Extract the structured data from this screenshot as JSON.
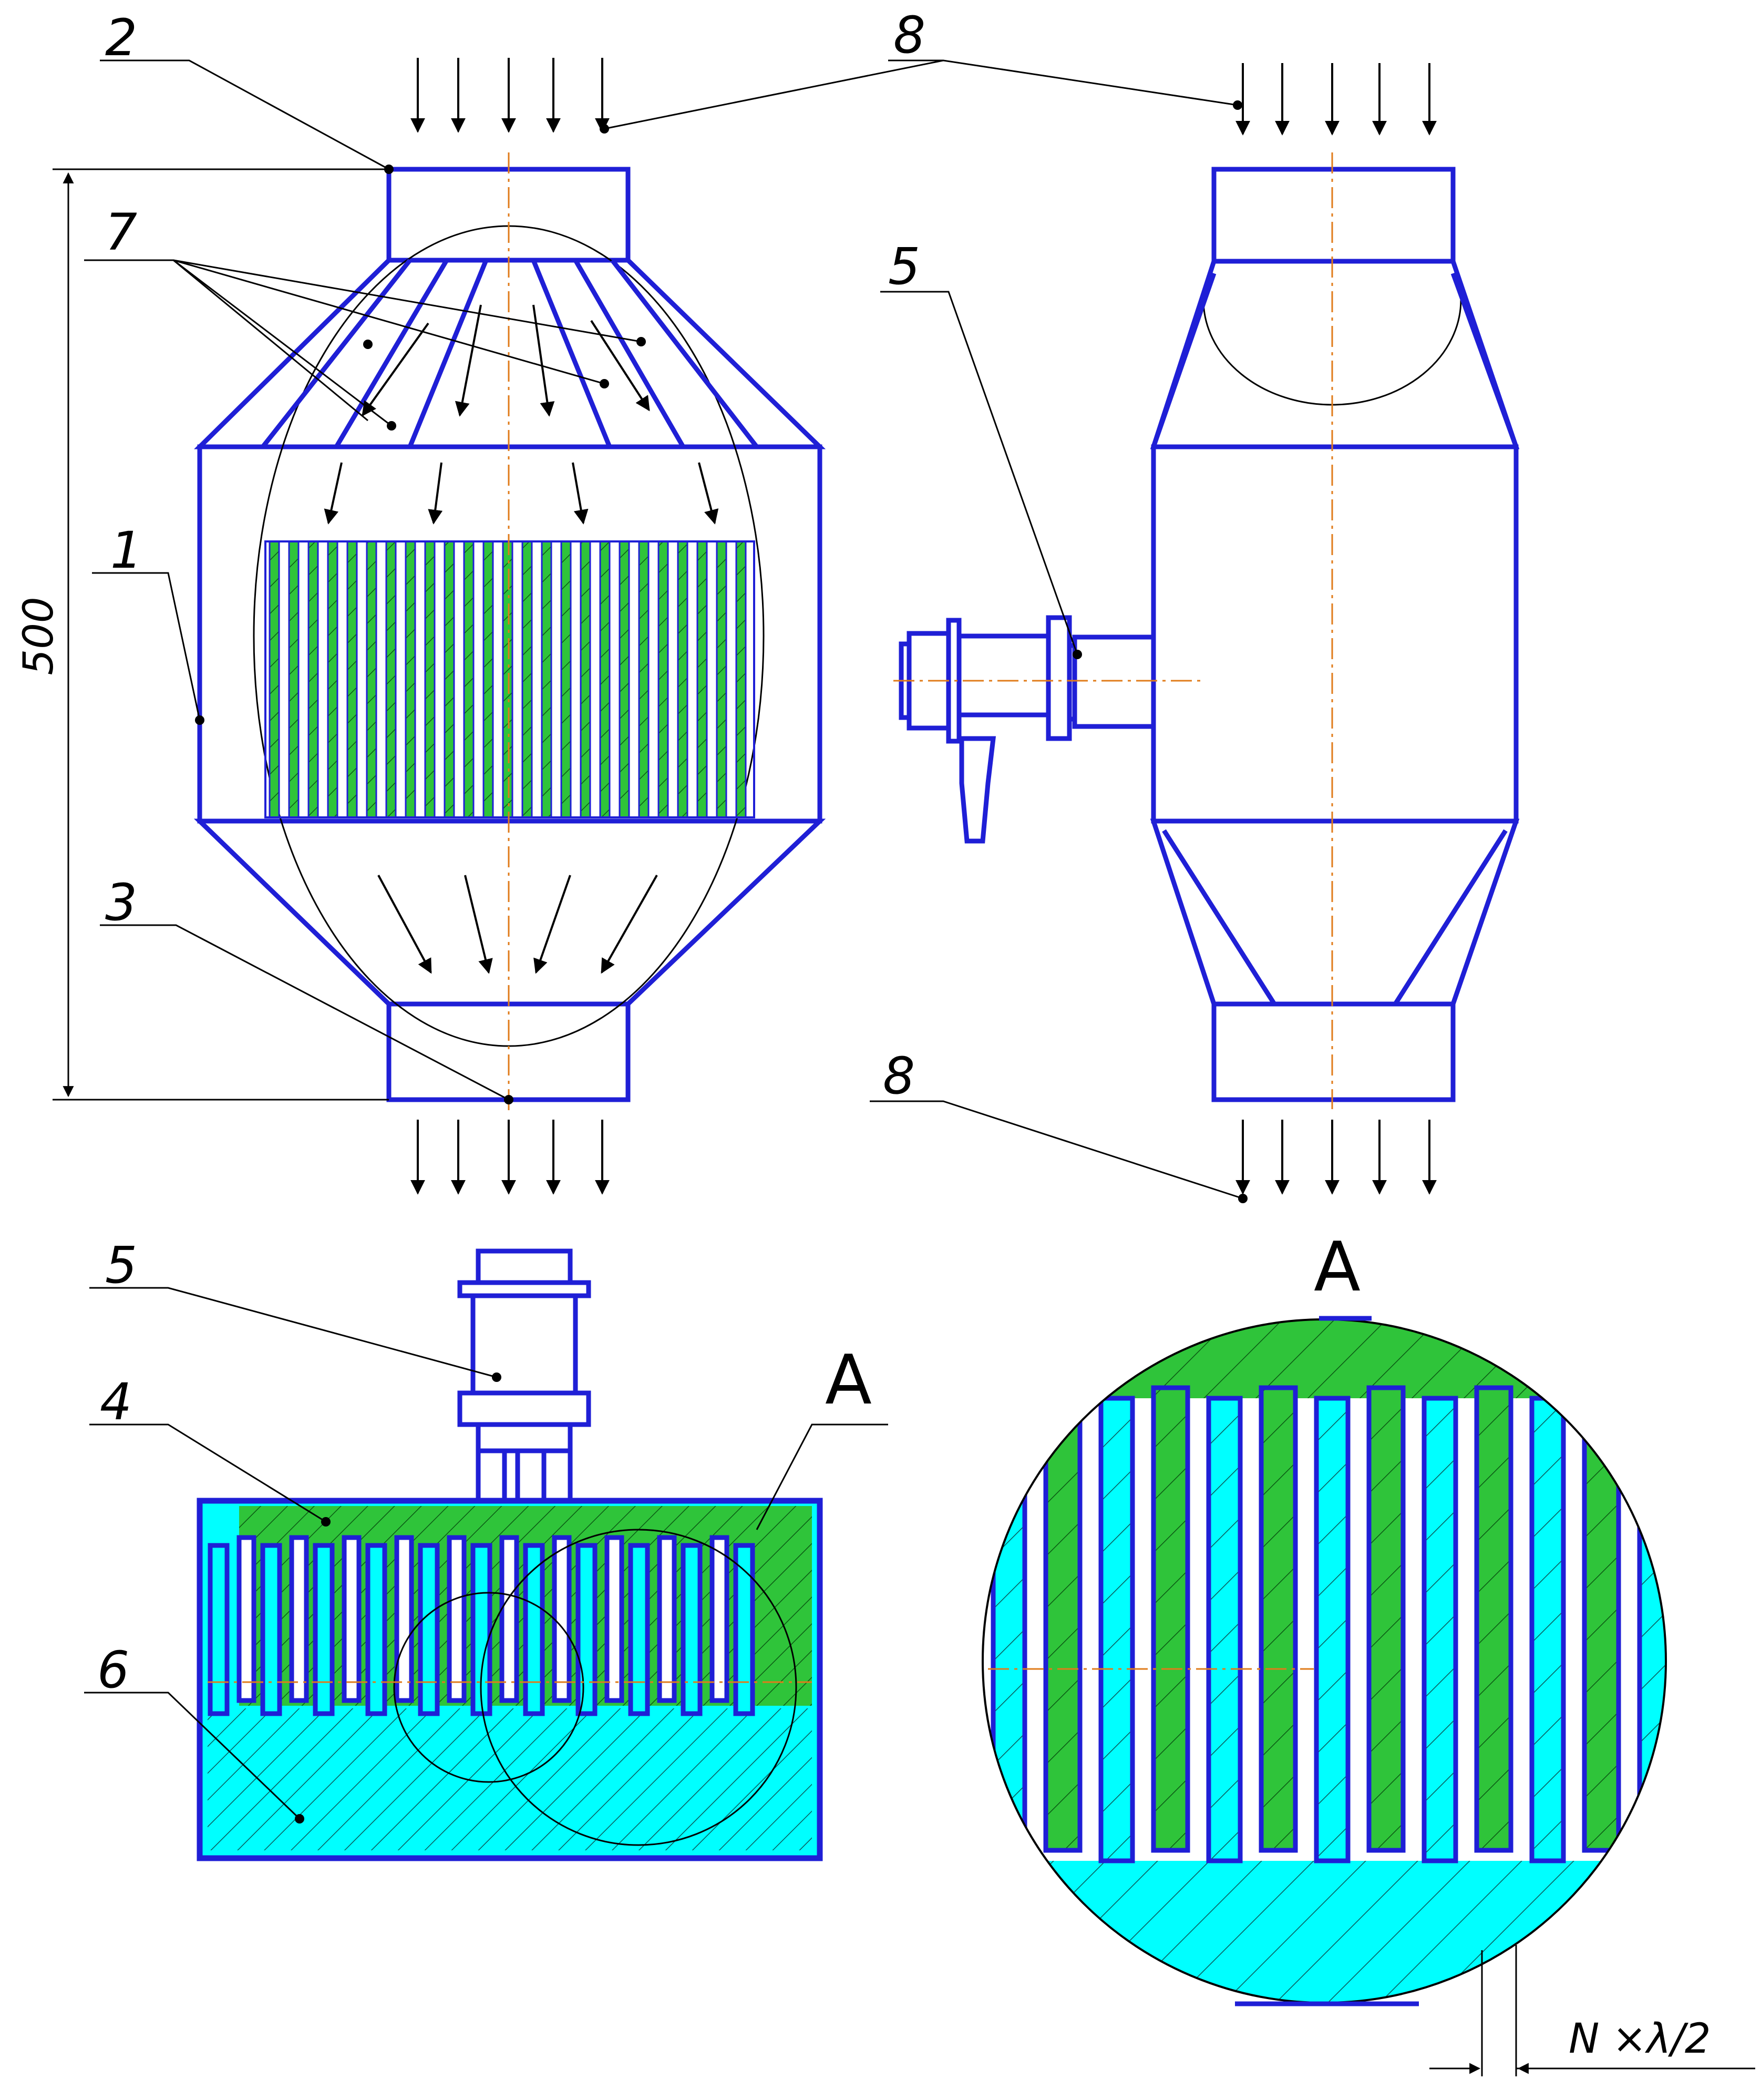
{
  "labels": {
    "l1": "1",
    "l2": "2",
    "l3": "3",
    "l4": "4",
    "l5a": "5",
    "l5b": "5",
    "l6": "6",
    "l7": "7",
    "l8a": "8",
    "l8b": "8"
  },
  "dimension": {
    "height": "500",
    "gap": "N ×λ/2"
  },
  "view_markers": {
    "section": "A",
    "detail": "A"
  },
  "colors": {
    "outline": "#1f1fd6",
    "green": "#2fc43a",
    "cyan": "#00ffff",
    "axis": "#e07b1a"
  }
}
